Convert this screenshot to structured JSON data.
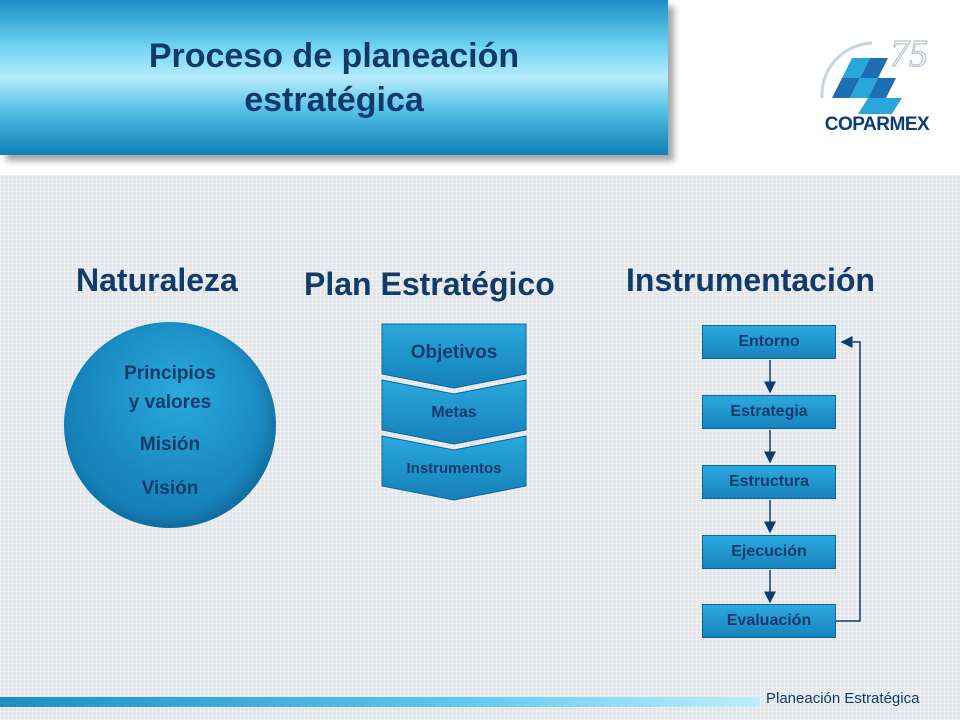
{
  "title": {
    "line1": "Proceso de planeación",
    "line2": "estratégica"
  },
  "logo": {
    "text": "COPARMEX",
    "anniversary": "75"
  },
  "columns": {
    "naturaleza": {
      "heading": "Naturaleza",
      "circle": {
        "line1": "Principios",
        "line2": "y valores",
        "line3": "Misión",
        "line4": "Visión"
      }
    },
    "plan": {
      "heading": "Plan Estratégico",
      "steps": [
        "Objetivos",
        "Metas",
        "Instrumentos"
      ]
    },
    "instrumentacion": {
      "heading": "Instrumentación",
      "steps": [
        "Entorno",
        "Estrategia",
        "Estructura",
        "Ejecución",
        "Evaluación"
      ]
    }
  },
  "footer": "Planeación Estratégica",
  "colors": {
    "accent": "#1a8fc6",
    "text": "#123b6a",
    "title_text": "#113a6b"
  }
}
